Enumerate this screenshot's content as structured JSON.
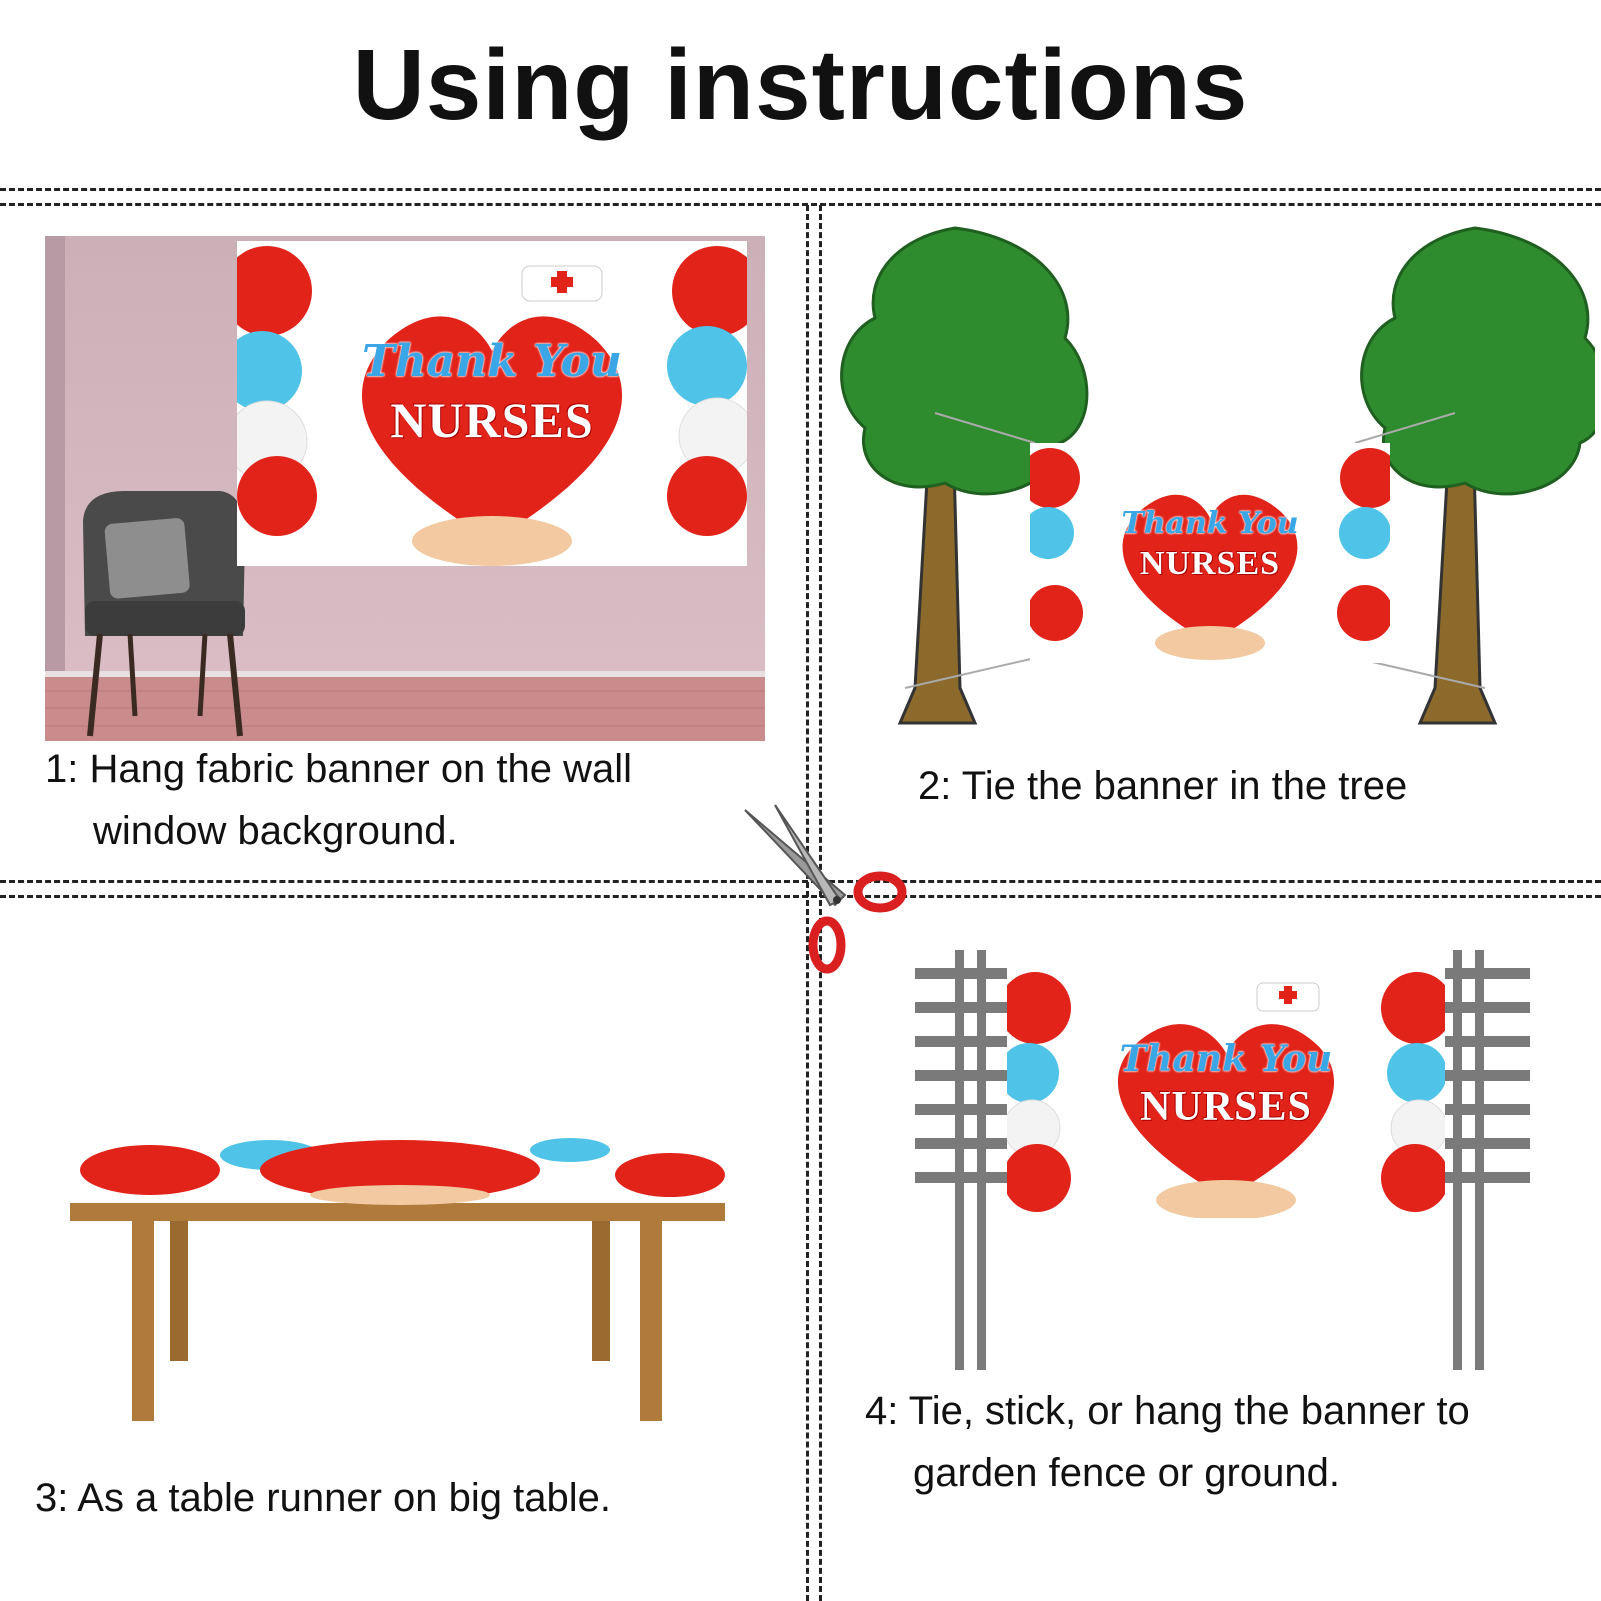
{
  "page": {
    "title": "Using instructions"
  },
  "steps": [
    {
      "num": "1:",
      "line1": "Hang fabric banner on the wall",
      "line2": "window background."
    },
    {
      "num": "2:",
      "line1": "Tie the banner in the tree",
      "line2": ""
    },
    {
      "num": "3:",
      "line1": "As a table runner on big table.",
      "line2": ""
    },
    {
      "num": "4:",
      "line1": "Tie, stick, or hang the banner to",
      "line2": "garden fence or ground."
    }
  ],
  "banner": {
    "title": "Thank You",
    "subtitle": "NURSES"
  },
  "colors": {
    "heart_red": "#e2231a",
    "balloon_blue": "#4fc3e8",
    "tree_green": "#2e8b2e",
    "trunk_brown": "#8b6a2b",
    "table_wood": "#b07a3a",
    "fence_gray": "#7a7a7a",
    "wall_pink": "#d8b9c1",
    "floor": "#c98b8b",
    "scissor_handle": "#d91f1f"
  }
}
